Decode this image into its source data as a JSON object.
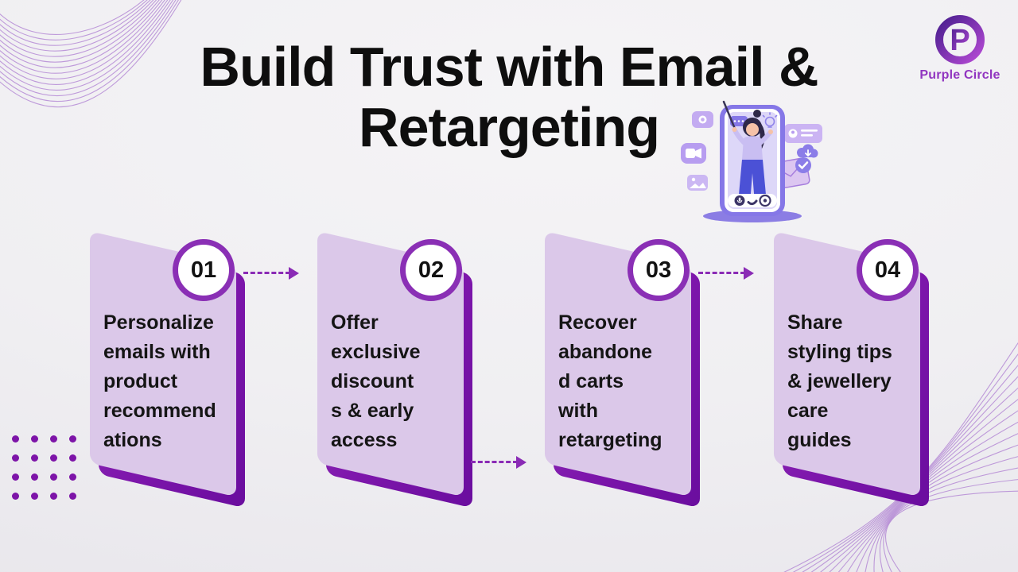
{
  "title": "Build Trust with Email &\nRetargeting",
  "logo": {
    "brand": "Purple Circle",
    "monogram": "P"
  },
  "steps": [
    {
      "number": "01",
      "text": "Personalize\nemails with\nproduct\nrecommend\nations"
    },
    {
      "number": "02",
      "text": "Offer\nexclusive\ndiscount\ns & early\naccess"
    },
    {
      "number": "03",
      "text": "Recover\nabandone\nd carts\nwith\nretargeting"
    },
    {
      "number": "04",
      "text": "Share\nstyling tips\n& jewellery\ncare\nguides"
    }
  ],
  "colors": {
    "background": "#f0eff2",
    "title_text": "#0e0e0e",
    "card_fill": "#dbc8e9",
    "card_shadow": "#7611a4",
    "badge_ring": "#8a2fb5",
    "arrow": "#8a2bb5",
    "accent_dots": "#7d14a8",
    "brand_text": "#9135c0",
    "wave_lines": "#b184d3"
  }
}
